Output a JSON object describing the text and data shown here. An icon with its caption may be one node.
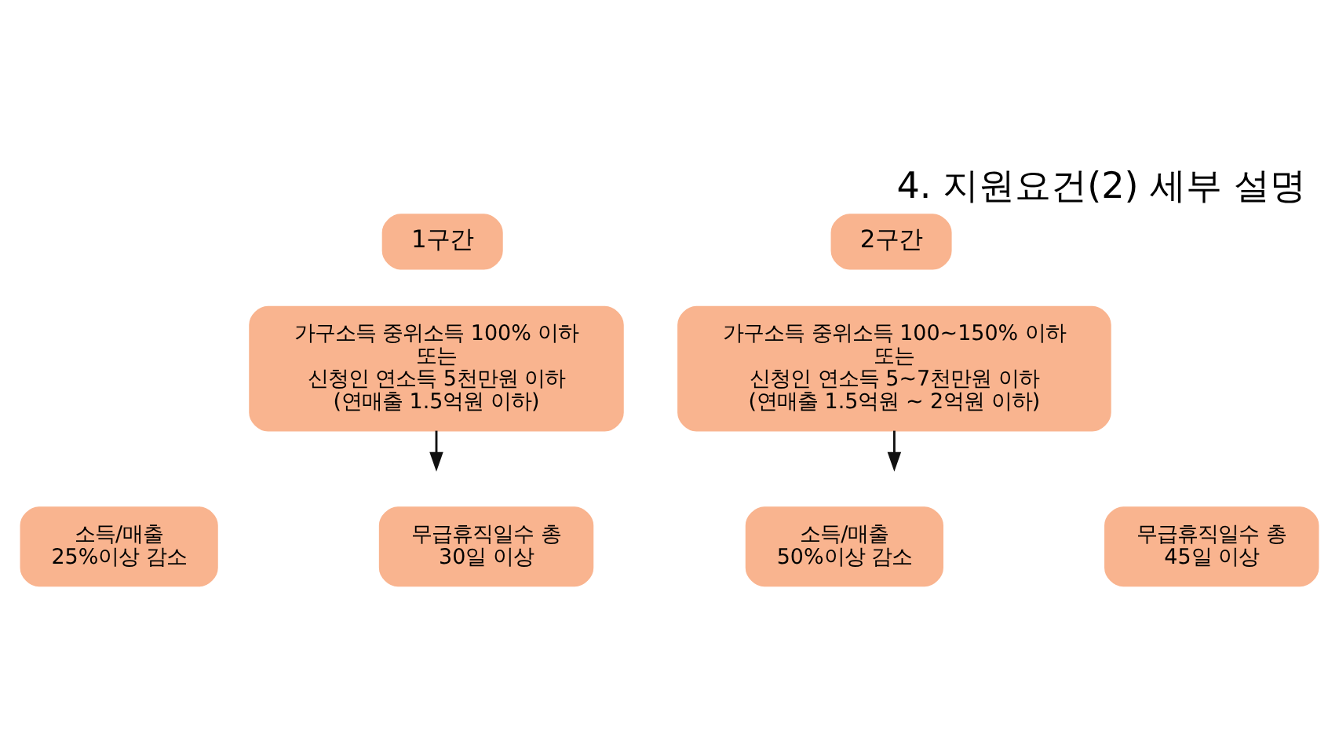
{
  "diagram": {
    "title": "4. 지원요건(2) 세부 설명",
    "nodes": [
      {
        "text": [
          "1구간"
        ]
      },
      {
        "text": [
          "가구소득 중위소득 100% 이하",
          "또는",
          "신청인 연소득 5천만원 이하",
          "(연매출 1.5억원 이하)"
        ]
      },
      {
        "text": [
          "소득/매출 25%이상 감소"
        ]
      },
      {
        "text": [
          "무급휴직일수 총 30일 이상"
        ]
      },
      {
        "text": [
          "2구간"
        ]
      },
      {
        "text": [
          "가구소득 중위소득 100~150% 이하",
          "또는",
          "신청인 연소득 5~7천만원 이하",
          "(연매출 1.5억원 ~ 2억원 이하)"
        ]
      },
      {
        "text": [
          "소득/매출 50%이상 감소"
        ]
      },
      {
        "text": [
          "무급휴직일수 총 45일 이상"
        ]
      }
    ],
    "edges": [
      {
        "from": 1,
        "to": null,
        "arrow": "to"
      },
      {
        "from": 5,
        "to": null,
        "arrow": "to"
      }
    ]
  }
}
